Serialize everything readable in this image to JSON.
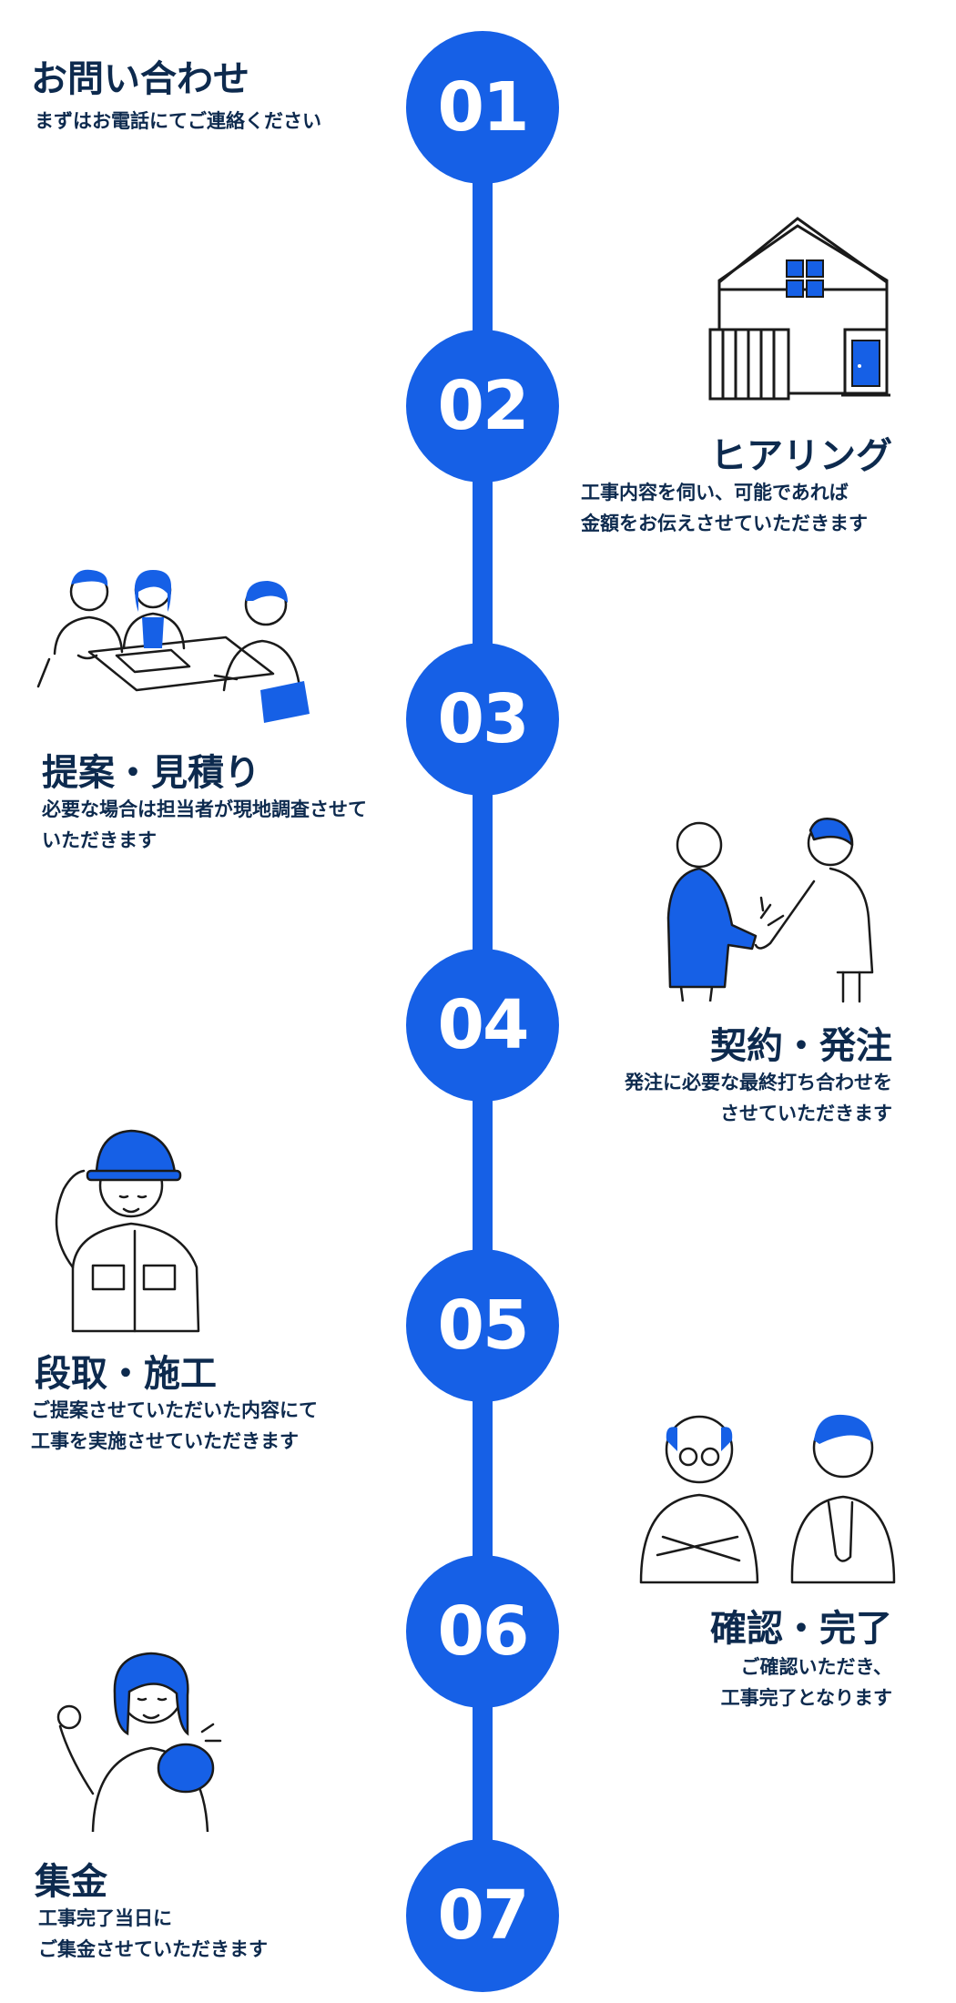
{
  "steps": [
    {
      "number": "01",
      "title": "お問い合わせ",
      "desc_lines": [
        "まずはお電話にてご連絡ください"
      ]
    },
    {
      "number": "02",
      "title": "ヒアリング",
      "desc_lines": [
        "工事内容を伺い、可能であれば",
        "金額をお伝えさせていただきます"
      ]
    },
    {
      "number": "03",
      "title": "提案・見積り",
      "desc_lines": [
        "必要な場合は担当者が現地調査させて",
        "いただきます"
      ]
    },
    {
      "number": "04",
      "title": "契約・発注",
      "desc_lines": [
        "発注に必要な最終打ち合わせを",
        "させていただきます"
      ]
    },
    {
      "number": "05",
      "title": "段取・施工",
      "desc_lines": [
        "ご提案させていただいた内容にて",
        "工事を実施させていただきます"
      ]
    },
    {
      "number": "06",
      "title": "確認・完了",
      "desc_lines": [
        "ご確認いただき、",
        "工事完了となります"
      ]
    },
    {
      "number": "07",
      "title": "集金",
      "desc_lines": [
        "工事完了当日に",
        "ご集金させていただきます"
      ]
    }
  ],
  "colors": {
    "accent": "#1660e6",
    "text": "#0d2a4e",
    "line": "#1a1a1a"
  },
  "icons": [
    "house-icon",
    "meeting-icon",
    "handshake-icon",
    "worker-icon",
    "two-people-icon",
    "wallet-woman-icon"
  ]
}
